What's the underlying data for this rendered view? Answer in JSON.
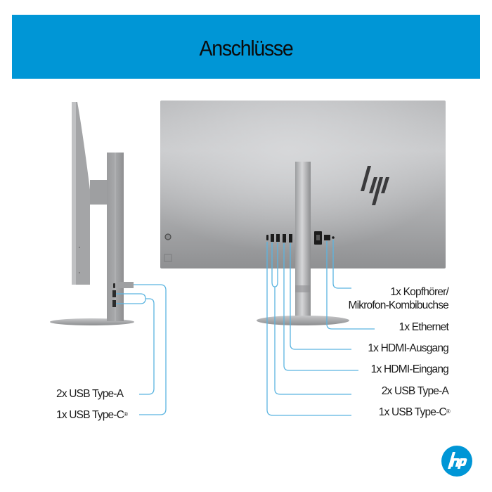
{
  "header": {
    "title": "Anschlüsse",
    "background_color": "#0096d6"
  },
  "colors": {
    "callout_line": "#5ab4e0",
    "monitor_body": "#a9aaac",
    "text": "#1a1a1a"
  },
  "side_view": {
    "description": "Seitenansicht des Monitors",
    "callouts": [
      {
        "label": "2x USB Type-A",
        "port": "usb-a",
        "count": 2
      },
      {
        "label": "1x USB Type-C",
        "registered": "®",
        "port": "usb-c",
        "count": 1
      }
    ]
  },
  "back_view": {
    "description": "Rückansicht des Monitors",
    "logo": "hp-logo",
    "callouts": [
      {
        "label_line1": "1x Kopfhörer/",
        "label_line2": "Mikrofon-Kombibuchse",
        "port": "headphone-jack",
        "count": 1
      },
      {
        "label": "1x Ethernet",
        "port": "ethernet",
        "count": 1
      },
      {
        "label": "1x HDMI-Ausgang",
        "port": "hdmi-out",
        "count": 1
      },
      {
        "label": "1x HDMI-Eingang",
        "port": "hdmi-in",
        "count": 1
      },
      {
        "label": "2x USB Type-A",
        "port": "usb-a",
        "count": 2
      },
      {
        "label": "1x USB Type-C",
        "registered": "®",
        "port": "usb-c",
        "count": 1
      }
    ]
  },
  "brand": {
    "logo": "hp-logo",
    "color": "#0096d6"
  }
}
